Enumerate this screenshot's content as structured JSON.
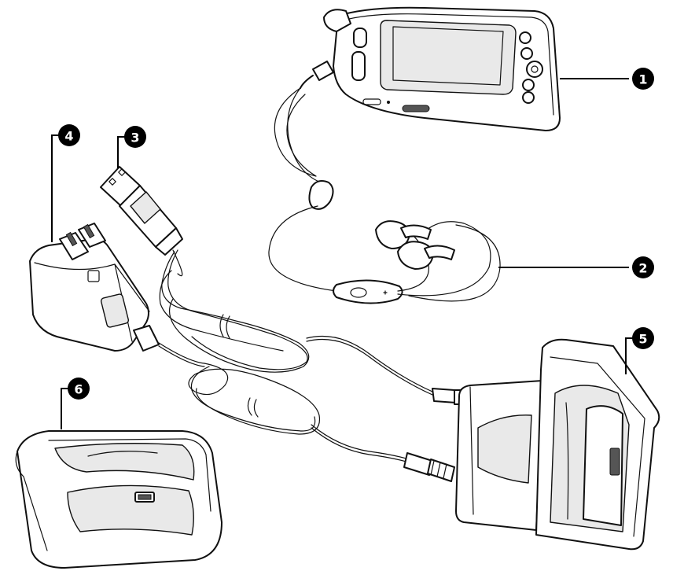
{
  "callouts": [
    {
      "id": "1",
      "label": "❶"
    },
    {
      "id": "2",
      "label": "❷"
    },
    {
      "id": "3",
      "label": "❸"
    },
    {
      "id": "4",
      "label": "❹"
    },
    {
      "id": "5",
      "label": "❺"
    },
    {
      "id": "6",
      "label": "❻"
    }
  ],
  "items": [
    {
      "callout": "1",
      "name": "device-icon"
    },
    {
      "callout": "2",
      "name": "stereo-headset-icon"
    },
    {
      "callout": "3",
      "name": "usb-cable-icon"
    },
    {
      "callout": "4",
      "name": "ac-adapter-icon"
    },
    {
      "callout": "5",
      "name": "cradle-icon"
    },
    {
      "callout": "6",
      "name": "car-cradle-icon"
    }
  ]
}
